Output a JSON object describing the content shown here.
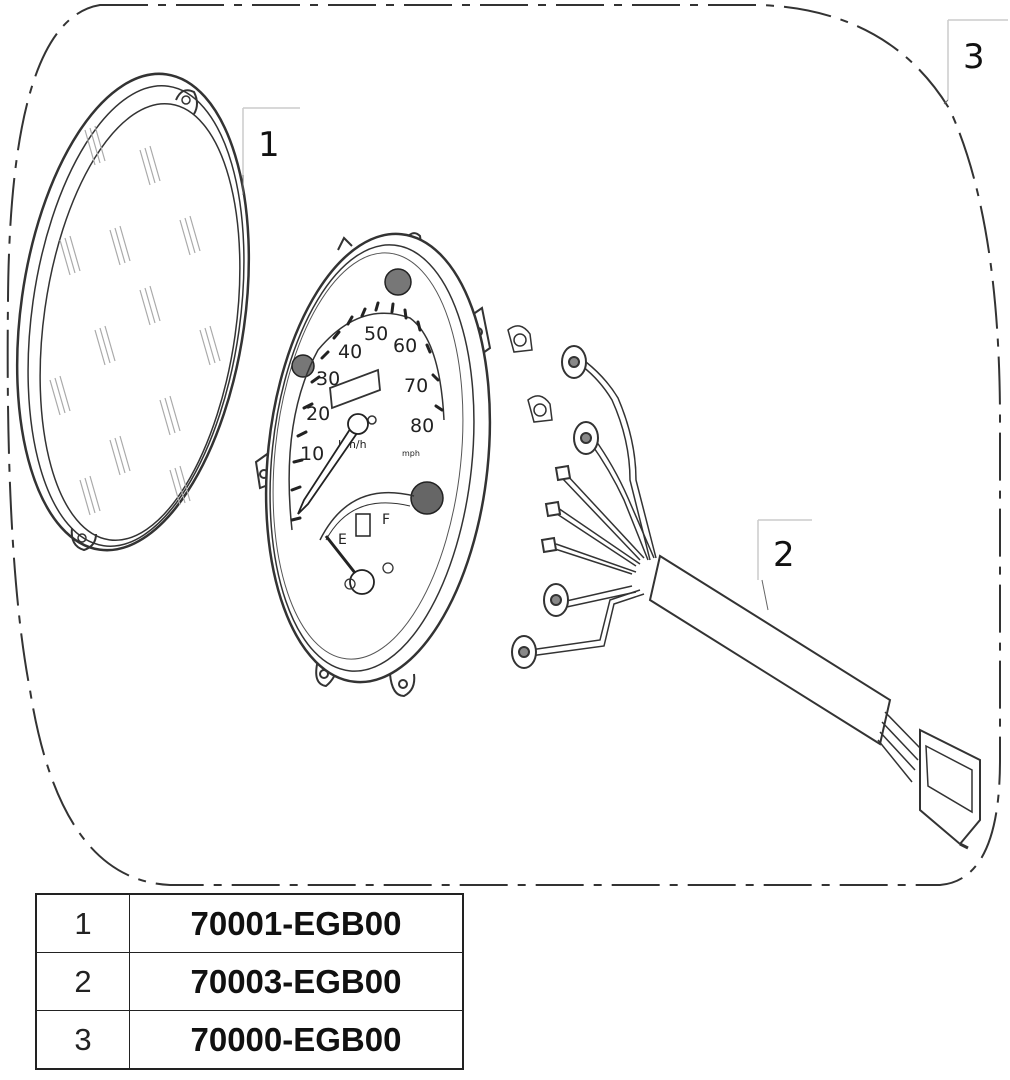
{
  "diagram": {
    "callouts": [
      {
        "label": "1"
      },
      {
        "label": "2"
      },
      {
        "label": "3"
      }
    ],
    "gauge": {
      "speed_marks": [
        "10",
        "20",
        "30",
        "40",
        "50",
        "60",
        "70",
        "80"
      ],
      "unit_kmh": "Km/h",
      "unit_mph": "mph",
      "fuel_empty": "E",
      "fuel_full": "F"
    }
  },
  "parts_table": [
    {
      "num": "1",
      "code": "70001-EGB00"
    },
    {
      "num": "2",
      "code": "70003-EGB00"
    },
    {
      "num": "3",
      "code": "70000-EGB00"
    }
  ]
}
